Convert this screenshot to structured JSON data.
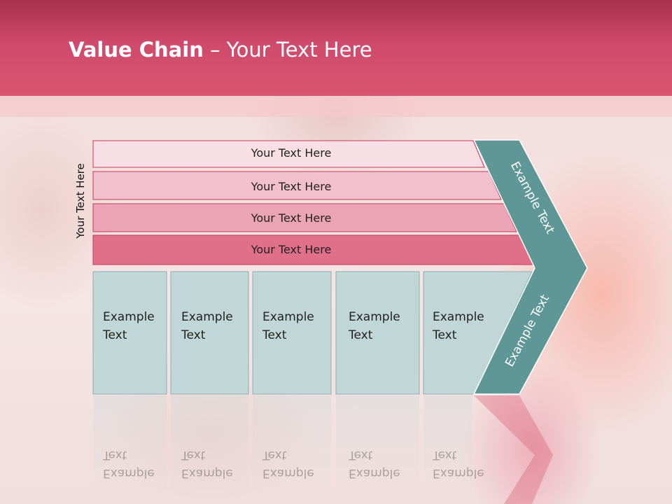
{
  "slide": {
    "title_bold": "Value Chain",
    "title_rest": " – Your Text Here",
    "side_label": "Your Text Here"
  },
  "bars": [
    {
      "label": "Your Text Here",
      "color": "#f7dfe4"
    },
    {
      "label": "Your Text Here",
      "color": "#f2c0cc"
    },
    {
      "label": "Your Text Here",
      "color": "#eba4b5"
    },
    {
      "label": "Your Text Here",
      "color": "#e06f8a"
    }
  ],
  "cells": [
    {
      "line1": "Example",
      "line2": "Text"
    },
    {
      "line1": "Example",
      "line2": "Text"
    },
    {
      "line1": "Example",
      "line2": "Text"
    },
    {
      "line1": "Example",
      "line2": "Text"
    },
    {
      "line1": "Example",
      "line2": "Text"
    }
  ],
  "chevron": {
    "upper_label": "Example Text",
    "lower_label": "Example Text",
    "color": "#5f9797"
  },
  "colors": {
    "header": "#cf4a6c",
    "cell_fill": "#c1d6d6"
  }
}
